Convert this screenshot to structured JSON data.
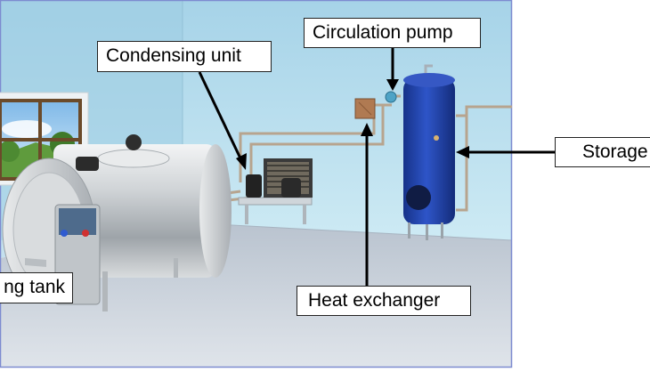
{
  "labels": {
    "circulation_pump": "Circulation pump",
    "condensing_unit": "Condensing unit",
    "storage": "Storage",
    "cooling_tank": "ng tank",
    "heat_exchanger": "Heat exchanger"
  },
  "colors": {
    "wall": "#bfe2f0",
    "floor": "#c9d3df",
    "scene_border": "#7d8bd0",
    "storage_tank": "#1e40b0",
    "cooling_tank_steel": "#cfd3d6",
    "arrow": "#000000"
  }
}
